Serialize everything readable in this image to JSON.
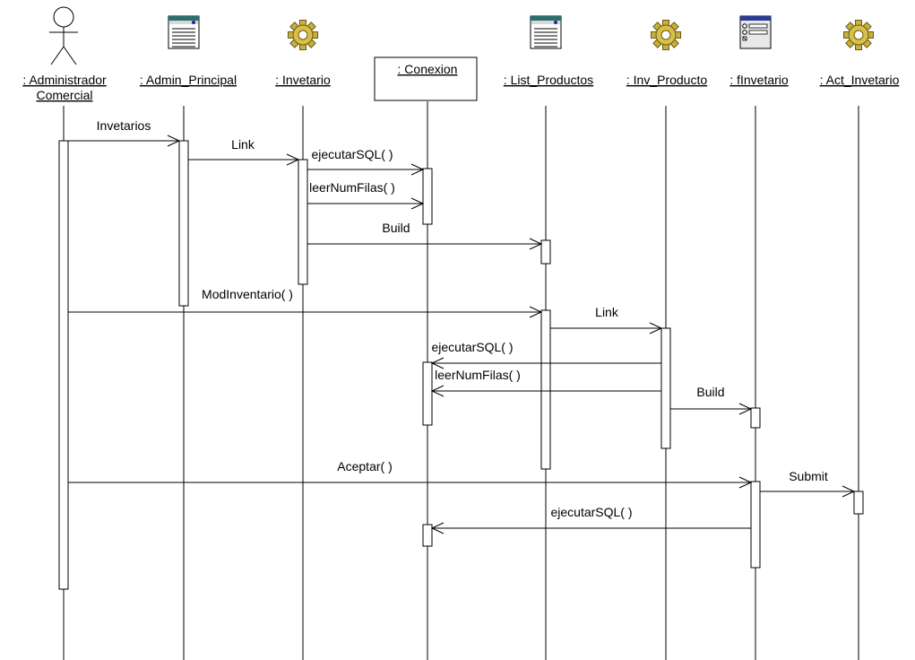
{
  "participants": [
    {
      "id": "admin",
      "name": ": Administrador",
      "name2": "Comercial",
      "kind": "actor"
    },
    {
      "id": "adminp",
      "name": ": Admin_Principal",
      "kind": "page"
    },
    {
      "id": "inv",
      "name": ": Invetario",
      "kind": "control"
    },
    {
      "id": "con",
      "name": ": Conexion",
      "kind": "boxed"
    },
    {
      "id": "list",
      "name": ": List_Productos",
      "kind": "page"
    },
    {
      "id": "invp",
      "name": ": Inv_Producto",
      "kind": "control"
    },
    {
      "id": "finv",
      "name": ": fInvetario",
      "kind": "form"
    },
    {
      "id": "act",
      "name": ": Act_Invetario",
      "kind": "control"
    }
  ],
  "messages": [
    {
      "from": "admin",
      "to": "adminp",
      "label": "Invetarios",
      "dir": "right"
    },
    {
      "from": "adminp",
      "to": "inv",
      "label": "Link",
      "dir": "right"
    },
    {
      "from": "inv",
      "to": "con",
      "label": "ejecutarSQL( )",
      "dir": "right"
    },
    {
      "from": "inv",
      "to": "con",
      "label": "leerNumFilas( )",
      "dir": "right"
    },
    {
      "from": "inv",
      "to": "list",
      "label": "Build",
      "dir": "right"
    },
    {
      "from": "admin",
      "to": "list",
      "label": "ModInventario( )",
      "dir": "right"
    },
    {
      "from": "list",
      "to": "invp",
      "label": "Link",
      "dir": "right"
    },
    {
      "from": "invp",
      "to": "con",
      "label": "ejecutarSQL( )",
      "dir": "left"
    },
    {
      "from": "invp",
      "to": "con",
      "label": "leerNumFilas( )",
      "dir": "left"
    },
    {
      "from": "invp",
      "to": "finv",
      "label": "Build",
      "dir": "right"
    },
    {
      "from": "admin",
      "to": "finv",
      "label": "Aceptar( )",
      "dir": "right"
    },
    {
      "from": "finv",
      "to": "act",
      "label": "Submit",
      "dir": "right"
    },
    {
      "from": "finv",
      "to": "con",
      "label": "ejecutarSQL( )",
      "dir": "left"
    }
  ],
  "icons": {
    "actor": "stick-figure-icon",
    "page": "web-page-icon",
    "control": "gear-icon",
    "form": "form-icon"
  }
}
